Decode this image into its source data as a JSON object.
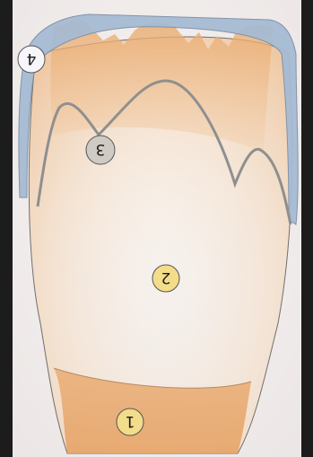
{
  "diagram": {
    "markers": [
      {
        "id": "1",
        "label": "1",
        "fill": "#f3dc8a"
      },
      {
        "id": "2",
        "label": "2",
        "fill": "#f3dc8a"
      },
      {
        "id": "3",
        "label": "3",
        "fill": "#cfcac3"
      },
      {
        "id": "4",
        "label": "4",
        "fill": "#f6f6fb"
      }
    ],
    "colors": {
      "background": "#1c1c1c",
      "paper": "#f2efed",
      "pulp_wash": "#f0c9a2",
      "root_band": "#e6ad72",
      "enamel_band": "#9eb3cc",
      "outline": "#8a8a8a"
    }
  }
}
